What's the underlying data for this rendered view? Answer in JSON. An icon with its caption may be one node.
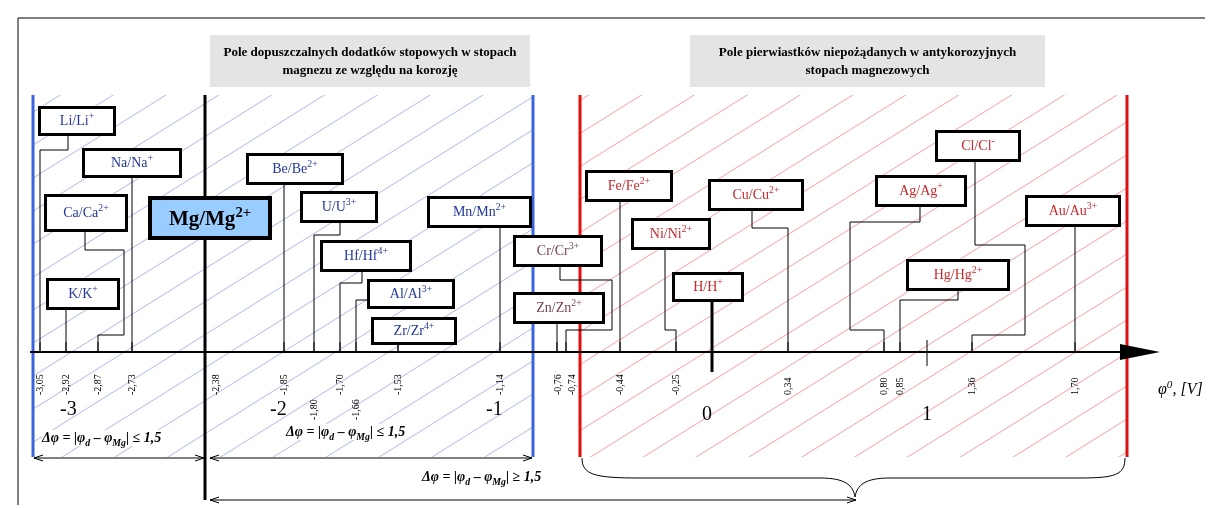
{
  "diagram": {
    "nodes": [
      {
        "text": [
          "Pole dopuszczalnych dodatków stopowych w stopach magnezu ze względu na korozję"
        ]
      },
      {
        "text": [
          "Pole pierwiastków niepożądanych w antykorozyjnych stopach magnezowych"
        ]
      },
      {
        "text": [
          "Li/Li$^{+}$"
        ]
      },
      {
        "text": [
          "Na/Na$^{+}$"
        ]
      },
      {
        "text": [
          "Ca/Ca$^{2+}$"
        ]
      },
      {
        "text": [
          "K/K$^{+}$"
        ]
      },
      {
        "text": [
          "Mg/Mg$^{2+}$"
        ]
      },
      {
        "text": [
          "Be/Be$^{2+}$"
        ]
      },
      {
        "text": [
          "U/U$^{3+}$"
        ]
      },
      {
        "text": [
          "Hf/Hf$^{4+}$"
        ]
      },
      {
        "text": [
          "Al/Al$^{3+}$"
        ]
      },
      {
        "text": [
          "Zr/Zr$^{4+}$"
        ]
      },
      {
        "text": [
          "Mn/Mn$^{2+}$"
        ]
      },
      {
        "text": [
          "Cr/Cr$^{3+}$"
        ]
      },
      {
        "text": [
          "Zn/Zn$^{2+}$"
        ]
      },
      {
        "text": [
          "Fe/Fe$^{2+}$"
        ]
      },
      {
        "text": [
          "Ni/Ni$^{2+}$"
        ]
      },
      {
        "text": [
          "H/H$^{+}$"
        ]
      },
      {
        "text": [
          "Cu/Cu$^{2+}$"
        ]
      },
      {
        "text": [
          "Ag/Ag$^{+}$"
        ]
      },
      {
        "text": [
          "Cl/Cl$^{-}$"
        ]
      },
      {
        "text": [
          "Hg/Hg$^{2+}$"
        ]
      },
      {
        "text": [
          "Au/Au$^{3+}$"
        ]
      }
    ],
    "edges": [
      {
        "from": 2,
        "to": null,
        "arrow": "none"
      },
      {
        "from": 3,
        "to": null,
        "arrow": "none"
      },
      {
        "from": 4,
        "to": null,
        "arrow": "none"
      },
      {
        "from": 5,
        "to": null,
        "arrow": "none"
      },
      {
        "from": 6,
        "to": null,
        "arrow": "none",
        "style": "thick"
      },
      {
        "from": 7,
        "to": null,
        "arrow": "none"
      },
      {
        "from": 8,
        "to": null,
        "arrow": "none"
      },
      {
        "from": 9,
        "to": null,
        "arrow": "none"
      },
      {
        "from": 10,
        "to": null,
        "arrow": "none"
      },
      {
        "from": 11,
        "to": null,
        "arrow": "none"
      },
      {
        "from": 12,
        "to": null,
        "arrow": "none"
      },
      {
        "from": 13,
        "to": null,
        "arrow": "none"
      },
      {
        "from": 14,
        "to": null,
        "arrow": "none"
      },
      {
        "from": 15,
        "to": null,
        "arrow": "none"
      },
      {
        "from": 16,
        "to": null,
        "arrow": "none"
      },
      {
        "from": 17,
        "to": null,
        "arrow": "none",
        "style": "thick"
      },
      {
        "from": 18,
        "to": null,
        "arrow": "none"
      },
      {
        "from": 19,
        "to": null,
        "arrow": "none"
      },
      {
        "from": 20,
        "to": null,
        "arrow": "none"
      },
      {
        "from": 21,
        "to": null,
        "arrow": "none"
      },
      {
        "from": 22,
        "to": null,
        "arrow": "none"
      }
    ],
    "labels": [
      "-3,05",
      "-2,92",
      "-2,87",
      "-2,73",
      "-2,38",
      "-1,85",
      "-1,80",
      "-1,70",
      "-1,66",
      "-1,53",
      "-1,14",
      "-0,76",
      "-0,74",
      "-0,44",
      "-0,25",
      "0,34",
      "0,80",
      "0,85",
      "1,36",
      "1,70",
      "φ$^{0}$, [V]",
      "-3",
      "-2",
      "-1",
      "0",
      "1",
      "Δφ = |φ$_{d}$ – φ$_{Mg}$| ≤ 1,5",
      "Δφ = |φ$_{d}$ – φ$_{Mg}$| ≤ 1,5",
      "Δφ = |φ$_{d}$ – φ$_{Mg}$| ≥ 1,5"
    ]
  }
}
